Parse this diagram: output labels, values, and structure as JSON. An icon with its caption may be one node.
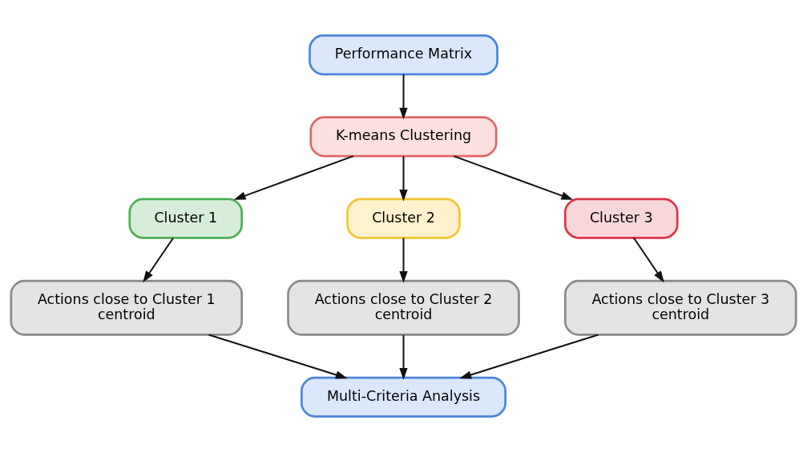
{
  "diagram": {
    "nodes": [
      {
        "text": [
          "Performance Matrix"
        ]
      },
      {
        "text": [
          "K-means Clustering"
        ]
      },
      {
        "text": [
          "Cluster 1"
        ]
      },
      {
        "text": [
          "Cluster 2"
        ]
      },
      {
        "text": [
          "Cluster 3"
        ]
      },
      {
        "text": [
          "Actions close to Cluster 1 centroid"
        ]
      },
      {
        "text": [
          "Actions close to Cluster 2 centroid"
        ]
      },
      {
        "text": [
          "Actions close to Cluster 3 centroid"
        ]
      },
      {
        "text": [
          "Multi-Criteria Analysis"
        ]
      }
    ],
    "edges": [
      {
        "from": 0,
        "to": 1,
        "arrow": "to"
      },
      {
        "from": 1,
        "to": 2,
        "arrow": "to"
      },
      {
        "from": 1,
        "to": 3,
        "arrow": "to"
      },
      {
        "from": 1,
        "to": 4,
        "arrow": "to"
      },
      {
        "from": 2,
        "to": 5,
        "arrow": "to"
      },
      {
        "from": 3,
        "to": 6,
        "arrow": "to"
      },
      {
        "from": 4,
        "to": 7,
        "arrow": "to"
      },
      {
        "from": 5,
        "to": 8,
        "arrow": "to"
      },
      {
        "from": 6,
        "to": 8,
        "arrow": "to"
      },
      {
        "from": 7,
        "to": 8,
        "arrow": "to"
      }
    ]
  }
}
